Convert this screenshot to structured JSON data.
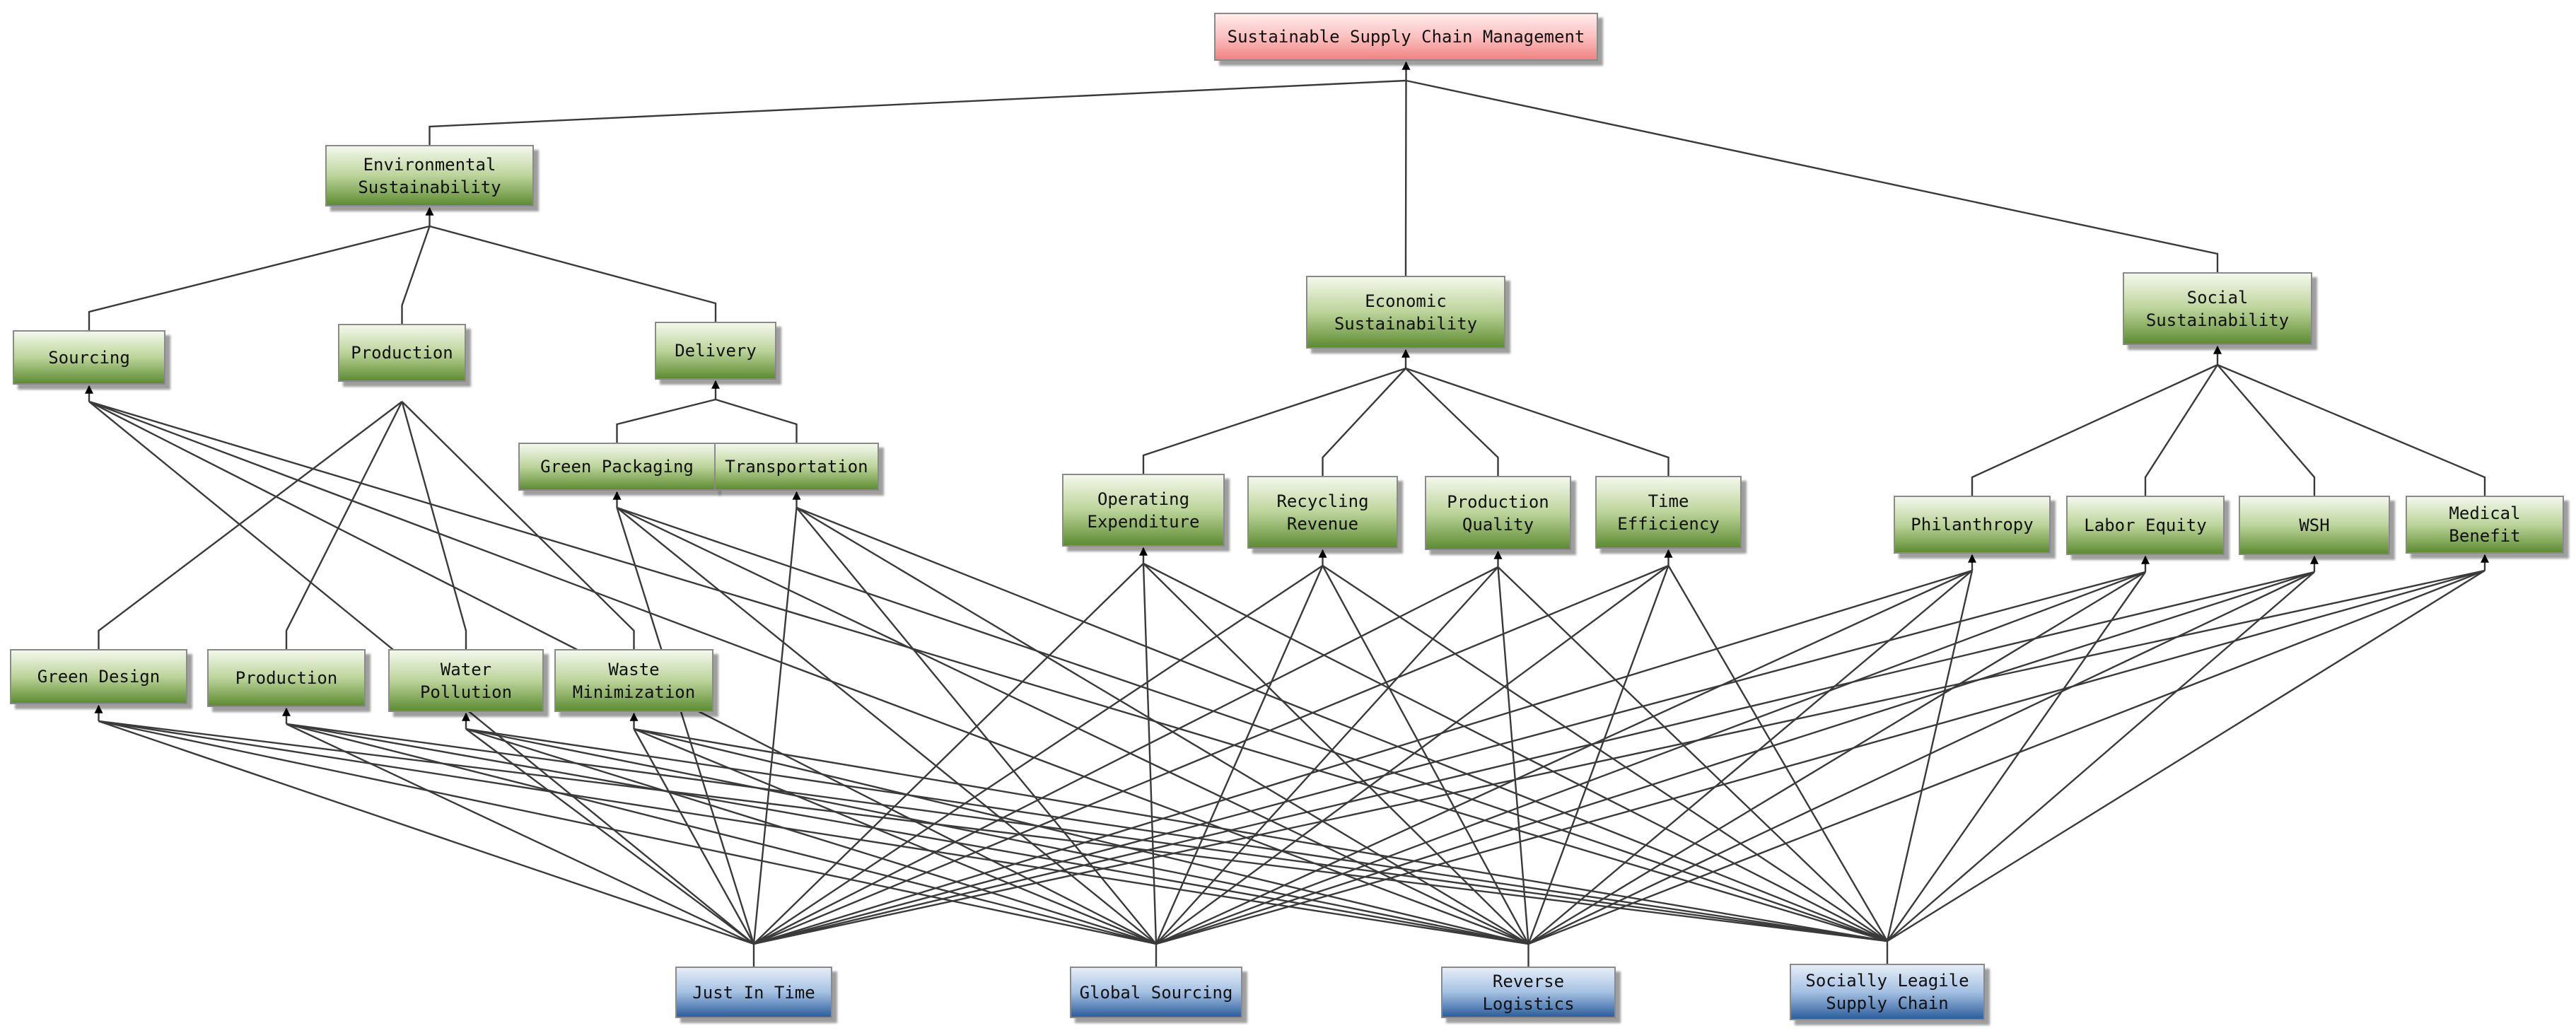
{
  "colors": {
    "goal": "#f5a5a5",
    "criterion": "#6f9a3e",
    "alternative": "#3a6ea8",
    "connector": "#3a3a3a"
  },
  "nodes": {
    "ssm": {
      "label": "Sustainable Supply Chain Management",
      "kind": "goal"
    },
    "env": {
      "label": "Environmental\nSustainability",
      "kind": "criterion"
    },
    "eco": {
      "label": "Economic\nSustainability",
      "kind": "criterion"
    },
    "soc": {
      "label": "Social\nSustainability",
      "kind": "criterion"
    },
    "sourcing": {
      "label": "Sourcing",
      "kind": "criterion"
    },
    "production1": {
      "label": "Production",
      "kind": "criterion"
    },
    "delivery": {
      "label": "Delivery",
      "kind": "criterion"
    },
    "green_packaging": {
      "label": "Green Packaging",
      "kind": "criterion"
    },
    "transportation": {
      "label": "Transportation",
      "kind": "criterion"
    },
    "green_design": {
      "label": "Green Design",
      "kind": "criterion"
    },
    "production2": {
      "label": "Production",
      "kind": "criterion"
    },
    "water_pollution": {
      "label": "Water\nPollution",
      "kind": "criterion"
    },
    "waste_min": {
      "label": "Waste\nMinimization",
      "kind": "criterion"
    },
    "opex": {
      "label": "Operating\nExpenditure",
      "kind": "criterion"
    },
    "recycling": {
      "label": "Recycling\nRevenue",
      "kind": "criterion"
    },
    "prod_quality": {
      "label": "Production\nQuality",
      "kind": "criterion"
    },
    "time_eff": {
      "label": "Time\nEfficiency",
      "kind": "criterion"
    },
    "philanthropy": {
      "label": "Philanthropy",
      "kind": "criterion"
    },
    "labor": {
      "label": "Labor Equity",
      "kind": "criterion"
    },
    "wsh": {
      "label": "WSH",
      "kind": "criterion"
    },
    "medical": {
      "label": "Medical\nBenefit",
      "kind": "criterion"
    },
    "jit": {
      "label": "Just In Time",
      "kind": "alternative"
    },
    "global": {
      "label": "Global Sourcing",
      "kind": "alternative"
    },
    "reverse": {
      "label": "Reverse\nLogistics",
      "kind": "alternative"
    },
    "socially": {
      "label": "Socially Leagile\nSupply Chain",
      "kind": "alternative"
    }
  },
  "hierarchy": [
    {
      "parent": "ssm",
      "children": [
        "env",
        "eco",
        "soc"
      ]
    },
    {
      "parent": "env",
      "children": [
        "sourcing",
        "production1",
        "delivery"
      ]
    },
    {
      "parent": "delivery",
      "children": [
        "green_packaging",
        "transportation"
      ]
    },
    {
      "parent": "eco",
      "children": [
        "opex",
        "recycling",
        "prod_quality",
        "time_eff"
      ]
    },
    {
      "parent": "soc",
      "children": [
        "philanthropy",
        "labor",
        "wsh",
        "medical"
      ]
    }
  ],
  "links": [
    {
      "from": "green_design",
      "to": "production1"
    },
    {
      "from": "production2",
      "to": "production1"
    },
    {
      "from": "water_pollution",
      "to": "production1"
    },
    {
      "from": "waste_min",
      "to": "production1"
    }
  ],
  "alternatives": [
    "jit",
    "global",
    "reverse",
    "socially"
  ],
  "leaf_criteria": [
    "sourcing",
    "green_packaging",
    "transportation",
    "green_design",
    "production2",
    "water_pollution",
    "waste_min",
    "opex",
    "recycling",
    "prod_quality",
    "time_eff",
    "philanthropy",
    "labor",
    "wsh",
    "medical"
  ]
}
